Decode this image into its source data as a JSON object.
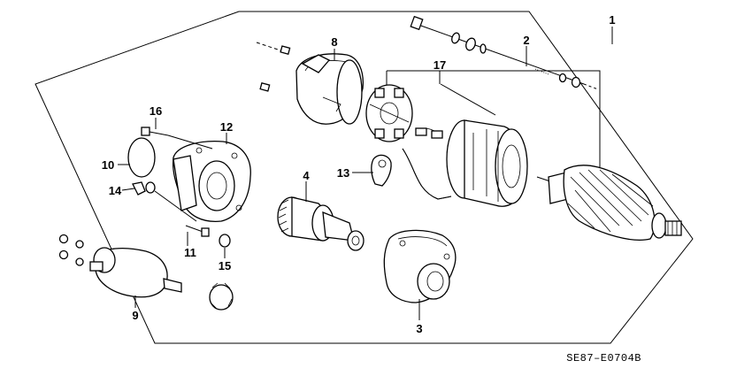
{
  "diagram": {
    "callouts": [
      "1",
      "2",
      "3",
      "4",
      "8",
      "9",
      "10",
      "11",
      "12",
      "13",
      "14",
      "15",
      "16",
      "17"
    ],
    "code": "SE87–E0704B"
  },
  "parts": {
    "bolt_assembly": "long-bolt",
    "rear_cover": "end-cover",
    "brush_holder": "brush-holder",
    "yoke": "field-yoke",
    "armature": "armature",
    "drive_gear": "overrunning-clutch",
    "front_housing": "drive-housing",
    "gear_housing": "gear-housing",
    "solenoid": "solenoid",
    "o_ring": "o-ring",
    "terminal": "terminal-lead",
    "grommet": "grommet",
    "pinion": "idler-gear",
    "screw_16": "screw"
  }
}
